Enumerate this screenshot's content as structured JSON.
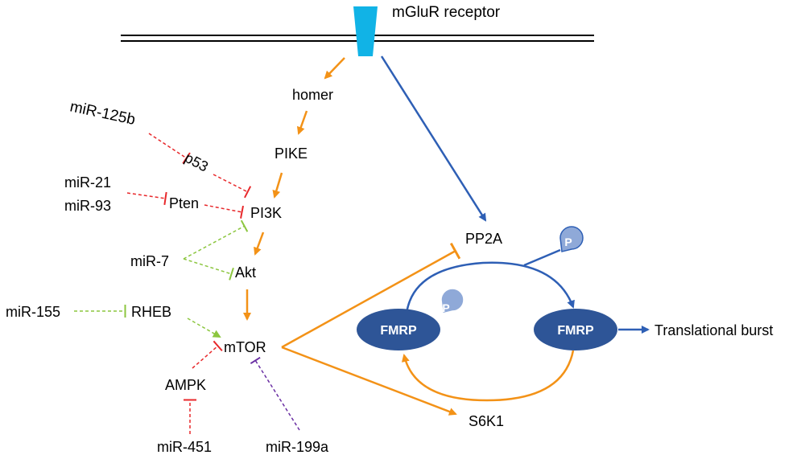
{
  "receptor": {
    "label": "mGluR receptor"
  },
  "nodes": {
    "homer": "homer",
    "pike": "PIKE",
    "pi3k": "PI3K",
    "akt": "Akt",
    "mtor": "mTOR",
    "ampk": "AMPK",
    "rheb": "RHEB",
    "pten": "Pten",
    "p53": "p53",
    "pp2a": "PP2A",
    "s6k1": "S6K1",
    "fmrp_left": "FMRP",
    "fmrp_right": "FMRP",
    "translational_burst": "Translational burst",
    "phospho_left": "P",
    "phospho_right": "P"
  },
  "mirnas": {
    "mir125b": "miR-125b",
    "mir21": "miR-21",
    "mir93": "miR-93",
    "mir7": "miR-7",
    "mir155": "miR-155",
    "mir451": "miR-451",
    "mir199a": "miR-199a"
  },
  "colors": {
    "orange": "#F39217",
    "blue": "#2E5FB5",
    "red": "#E8282B",
    "green": "#8CC63F",
    "purple": "#6A2FA3",
    "receptor": "#11B3E6",
    "fmrp_fill": "#2E5597",
    "phospho_fill": "#8FA9D8"
  }
}
